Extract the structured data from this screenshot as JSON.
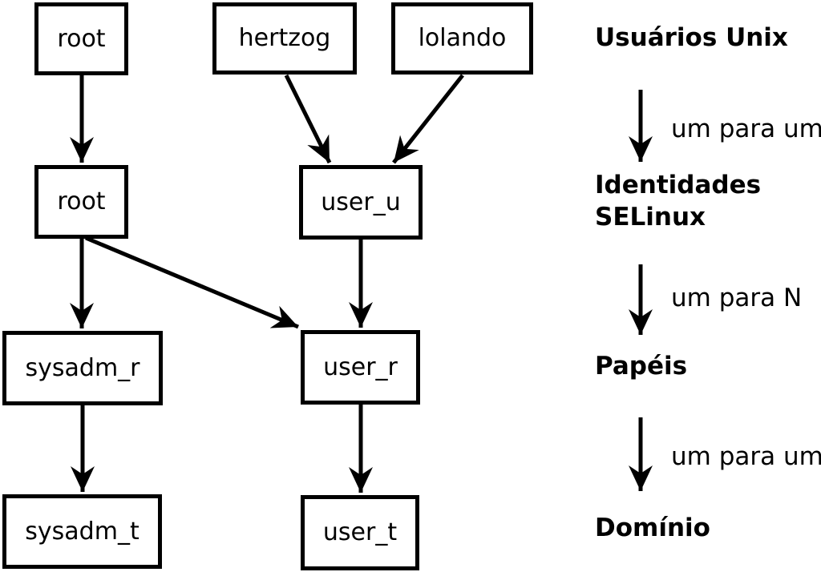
{
  "diagram": {
    "nodes": {
      "root_unix": {
        "label": "root"
      },
      "hertzog": {
        "label": "hertzog"
      },
      "lolando": {
        "label": "lolando"
      },
      "root_selinux": {
        "label": "root"
      },
      "user_u": {
        "label": "user_u"
      },
      "sysadm_r": {
        "label": "sysadm_r"
      },
      "user_r": {
        "label": "user_r"
      },
      "sysadm_t": {
        "label": "sysadm_t"
      },
      "user_t": {
        "label": "user_t"
      }
    },
    "legend": {
      "usuarios_unix": "Usuários Unix",
      "um_para_um_1": "um para um",
      "identidades_selinux": "Identidades SELinux",
      "um_para_n": "um para N",
      "papeis": "Papéis",
      "um_para_um_2": "um para um",
      "dominio": "Domínio"
    },
    "colors": {
      "foreground": "#000000",
      "background": "#ffffff"
    }
  }
}
